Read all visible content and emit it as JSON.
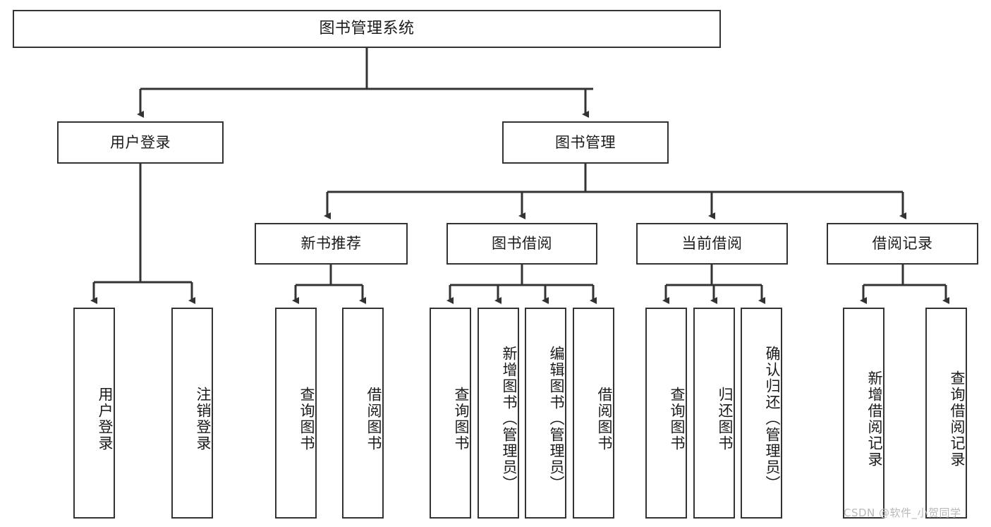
{
  "diagram": {
    "title": "图书管理系统",
    "type": "tree-hierarchy",
    "root": {
      "label": "图书管理系统"
    },
    "level2": [
      {
        "label": "用户登录"
      },
      {
        "label": "图书管理"
      }
    ],
    "level3": [
      {
        "label": "新书推荐"
      },
      {
        "label": "图书借阅"
      },
      {
        "label": "当前借阅"
      },
      {
        "label": "借阅记录"
      }
    ],
    "leaves": {
      "user_login": [
        {
          "label": "用户登录"
        },
        {
          "label": "注销登录"
        }
      ],
      "new_book_recommend": [
        {
          "label": "查询图书"
        },
        {
          "label": "借阅图书"
        }
      ],
      "book_borrow": [
        {
          "label": "查询图书"
        },
        {
          "label": "新增图书（管理员）"
        },
        {
          "label": "编辑图书（管理员）"
        },
        {
          "label": "借阅图书"
        }
      ],
      "current_borrow": [
        {
          "label": "查询图书"
        },
        {
          "label": "归还图书"
        },
        {
          "label": "确认归还（管理员）"
        }
      ],
      "borrow_records": [
        {
          "label": "新增借阅记录"
        },
        {
          "label": "查询借阅记录"
        }
      ]
    },
    "colors": {
      "stroke": "#333333",
      "fill": "#ffffff",
      "text": "#1b1b1b",
      "watermark": "#b9b9b9"
    }
  },
  "watermark": {
    "text": "CSDN @软件_小贺同学"
  }
}
